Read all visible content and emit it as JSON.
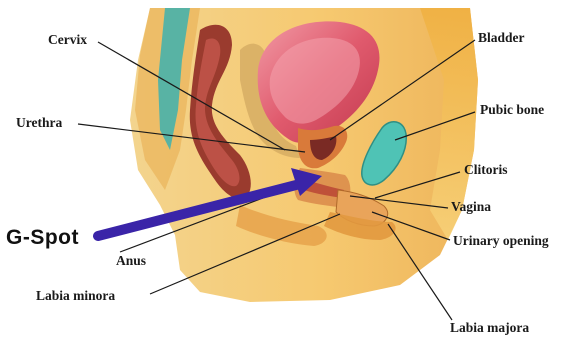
{
  "diagram": {
    "labels": {
      "cervix": "Cervix",
      "bladder": "Bladder",
      "urethra": "Urethra",
      "pubic_bone": "Pubic bone",
      "clitoris": "Clitoris",
      "vagina": "Vagina",
      "anus": "Anus",
      "urinary_opening": "Urinary opening",
      "labia_minora": "Labia minora",
      "labia_majora": "Labia majora",
      "g_spot": "G-Spot"
    },
    "colors": {
      "skin_light": "#fbe3a3",
      "skin_mid": "#f2c26a",
      "skin_dark": "#e0a040",
      "bladder": "#d9475e",
      "bladder_inner": "#f07c8c",
      "uterus_wall": "#b2342f",
      "rectum": "#9a3b2e",
      "spine_teal": "#58b3a4",
      "pubic_bone": "#4fc3b5",
      "pointer_arrow": "#3a24a8"
    }
  }
}
